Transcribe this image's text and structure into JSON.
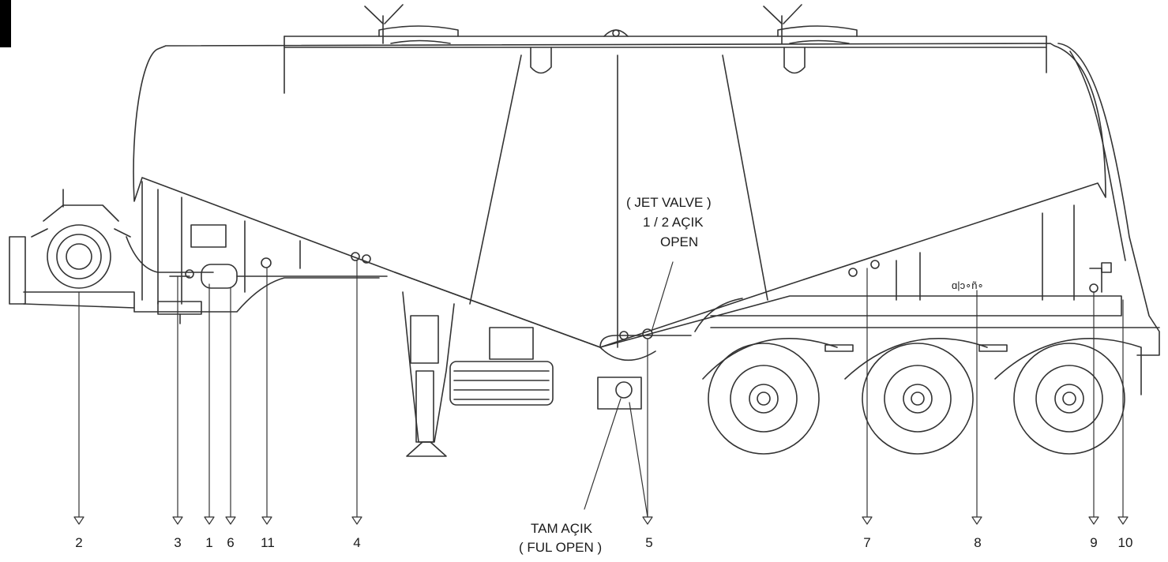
{
  "diagram": {
    "callout_numbers": [
      "2",
      "3",
      "1",
      "6",
      "11",
      "4",
      "5",
      "7",
      "8",
      "9",
      "10"
    ],
    "annotations": {
      "jet_valve_line1": "( JET VALVE )",
      "jet_valve_line2": "1 / 2 AÇIK",
      "jet_valve_line3": "OPEN",
      "full_open_line1": "TAM AÇIK",
      "full_open_line2": "( FUL OPEN )"
    },
    "plate_text": "ɑ|ɔ∘ñ∘"
  },
  "colors": {
    "line": "#333333",
    "background": "#ffffff",
    "corner": "#000000"
  }
}
